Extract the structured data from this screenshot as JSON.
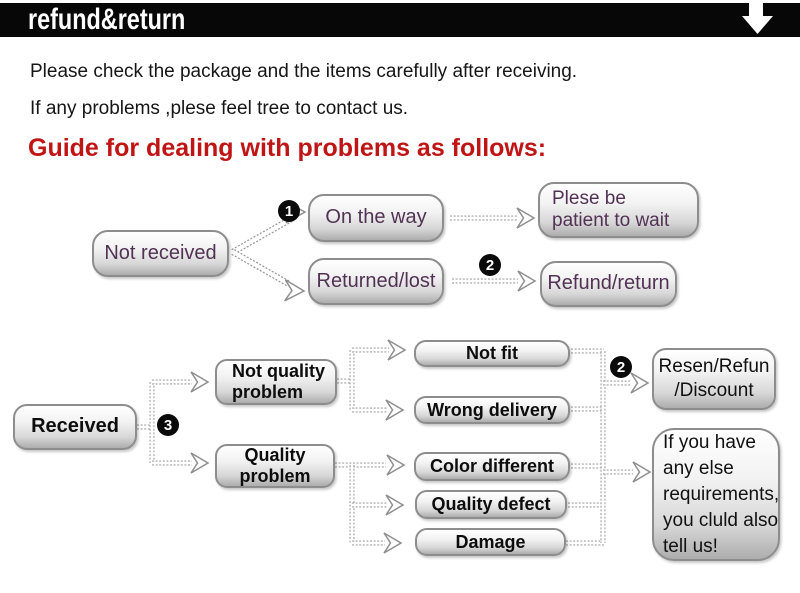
{
  "header": {
    "title": "refund&return",
    "icon": "down-arrow"
  },
  "intro": {
    "line1": "Please check the package and the items carefully after receiving.",
    "line2": "If any problems ,plese feel tree to contact us.",
    "heading": "Guide for dealing with problems as follows:"
  },
  "colors": {
    "header_bg": "#070707",
    "header_text": "#ffffff",
    "heading_red": "#c01515",
    "node_text_purple": "#523254",
    "node_text_black": "#0d0d0d",
    "node_border": "#8d8d8d",
    "connector_gray": "#a2a2a2",
    "badge_bg": "#0a0a0a"
  },
  "flow_top": {
    "nodes": {
      "not_received": "Not received",
      "on_the_way": "On the way",
      "returned_lost": "Returned/lost",
      "patient": "Plese be\npatient to wait",
      "refund_return": "Refund/return"
    },
    "badges": {
      "b1": "1",
      "b2": "2"
    }
  },
  "flow_bottom": {
    "nodes": {
      "received": "Received",
      "not_quality": "Not quality\nproblem",
      "quality": "Quality\nproblem",
      "not_fit": "Not fit",
      "wrong_delivery": "Wrong delivery",
      "color_different": "Color different",
      "quality_defect": "Quality defect",
      "damage": "Damage",
      "resen": "Resen/Refun\n/Discount",
      "any_else": "If you have\nany else\nrequirements,\nyou cluld also\ntell us!"
    },
    "badges": {
      "b3": "3",
      "b2": "2"
    }
  }
}
